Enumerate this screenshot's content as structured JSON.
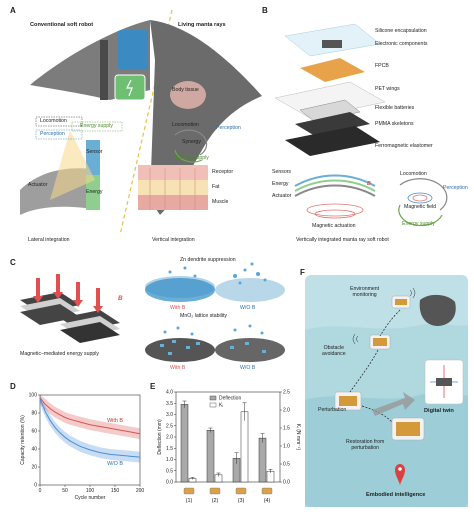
{
  "panelA": {
    "letter": "A",
    "title_left": "Conventional soft robot",
    "title_right": "Living manta rays",
    "body_tissue": "Body tissue",
    "locomotion": "Locomotion",
    "perception": "Perception",
    "energy_supply": "Energy supply",
    "sensor": "Sensor",
    "energy": "Energy",
    "actuator": "Actuator",
    "loop_locomotion": "Locomotion",
    "loop_perception": "Perception",
    "loop_synergy": "Synergy",
    "loop_energy": "Energy supply",
    "receptor": "Receptor",
    "fat": "Fat",
    "muscle": "Muscle",
    "caption_left": "Lateral integration",
    "caption_right": "Vertical integration"
  },
  "panelB": {
    "letter": "B",
    "layers": [
      "Silicone encapsulation",
      "Electronic components",
      "FPCB",
      "PET wings",
      "Flexible batteries",
      "PMMA skeletons",
      "Ferromagnetic elastomer"
    ],
    "sensors": "Sensors",
    "energy": "Energy",
    "actuator": "Actuator",
    "b_symbol": "B",
    "magnetic_actuation": "Magnetic actuation",
    "loop_locomotion": "Locomotion",
    "loop_perception": "Perception",
    "loop_magnetic": "Magnetic field",
    "loop_energy": "Energy supply",
    "caption": "Vertically integrated manta ray soft robot"
  },
  "panelC": {
    "letter": "C",
    "zn_title": "Zn dendrite suppression",
    "with_b_1": "With B",
    "wo_b_1": "W/O B",
    "mno2_title": "MnO₂ lattice stability",
    "with_b_2": "With B",
    "wo_b_2": "W/O B",
    "b_symbol": "B",
    "caption": "Magnetic–mediated energy supply"
  },
  "panelD": {
    "letter": "D",
    "chart_data": {
      "type": "line",
      "xlabel": "Cycle number",
      "ylabel": "Capacity retention (%)",
      "xlim": [
        0,
        200
      ],
      "ylim": [
        0,
        100
      ],
      "xticks": [
        0,
        50,
        100,
        150,
        200
      ],
      "yticks": [
        0,
        20,
        40,
        60,
        80,
        100
      ],
      "series": [
        {
          "name": "With B",
          "color": "#d9534f",
          "x": [
            0,
            10,
            20,
            30,
            40,
            50,
            60,
            80,
            100,
            120,
            140,
            160,
            180,
            200
          ],
          "y": [
            97,
            90,
            85,
            81,
            78,
            75,
            73,
            70,
            67,
            65,
            63,
            61,
            59,
            57
          ]
        },
        {
          "name": "W/O B",
          "color": "#4a8fd6",
          "x": [
            0,
            10,
            20,
            30,
            40,
            50,
            60,
            80,
            100,
            120,
            140,
            160,
            180,
            200
          ],
          "y": [
            96,
            82,
            72,
            64,
            58,
            53,
            49,
            43,
            39,
            36,
            34,
            33,
            32,
            31
          ]
        }
      ]
    }
  },
  "panelE": {
    "letter": "E",
    "chart_data": {
      "type": "bar",
      "categories": [
        "(1)",
        "(2)",
        "(3)",
        "(4)"
      ],
      "ylabel_left": "Deflection (mm)",
      "ylabel_right": "Kᵢ (N mm⁻¹)",
      "ylim_left": [
        0,
        4.0
      ],
      "yticks_left": [
        "0.0",
        "0.5",
        "1.0",
        "1.5",
        "2.0",
        "2.5",
        "3.0",
        "3.5",
        "4.0"
      ],
      "ylim_right": [
        0,
        2.5
      ],
      "yticks_right": [
        "0.0",
        "0.5",
        "1.0",
        "1.5",
        "2.0",
        "2.5"
      ],
      "series": [
        {
          "name": "Deflection",
          "axis": "left",
          "values": [
            3.45,
            2.3,
            1.05,
            1.95
          ],
          "errors": [
            0.15,
            0.1,
            0.25,
            0.2
          ],
          "fill": "#a9a9a9"
        },
        {
          "name": "Kᵢ",
          "axis": "right",
          "values": [
            0.1,
            0.2,
            1.95,
            0.3
          ],
          "errors": [
            0.03,
            0.05,
            0.25,
            0.05
          ],
          "fill": "#ffffff"
        }
      ]
    }
  },
  "panelF": {
    "letter": "F",
    "env_monitoring": "Environment\nmonitoring",
    "obstacle_avoidance": "Obstacle\navoidance",
    "perturbation": "Perturbation",
    "restoration": "Restoration from\nperturbation",
    "digital_twin": "Digital twin",
    "embodied": "Embodied intelligence"
  }
}
